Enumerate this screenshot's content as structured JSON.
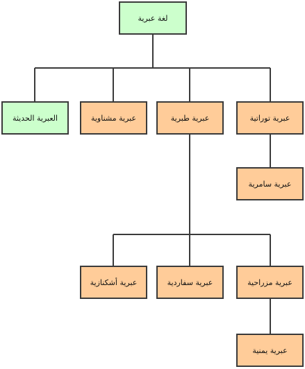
{
  "colors": {
    "green": "#ccffcc",
    "orange": "#ffcc99",
    "border": "#3a3a3a",
    "line": "#3a3a3a"
  },
  "nodes": {
    "root": "لغة عبرية",
    "modern": "العبرية الحديثة",
    "mishnaic": "عبرية مشناوية",
    "tiberian": "عبرية طبرية",
    "torah": "عبرية توراتية",
    "samaritan": "عبرية سامرية",
    "ashkenazi": "عبرية أشكنازية",
    "sephardic": "عبرية سفاردية",
    "mizrahi": "عبرية مزراحية",
    "yemenite": "عبرية يمنية"
  }
}
